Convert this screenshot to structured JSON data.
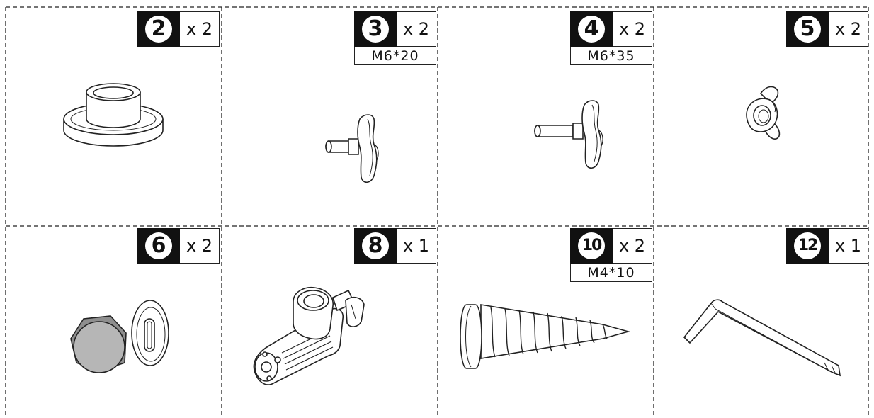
{
  "parts": [
    {
      "id": "item-2",
      "number": "2",
      "quantity": "x 2",
      "spec": "",
      "icon": "grommet-icon"
    },
    {
      "id": "item-3",
      "number": "3",
      "quantity": "x 2",
      "spec": "M6*20",
      "icon": "short-thumb-screw-icon"
    },
    {
      "id": "item-4",
      "number": "4",
      "quantity": "x 2",
      "spec": "M6*35",
      "icon": "long-thumb-screw-icon"
    },
    {
      "id": "item-5",
      "number": "5",
      "quantity": "x 2",
      "spec": "",
      "icon": "wing-nut-icon"
    },
    {
      "id": "item-6",
      "number": "6",
      "quantity": "x 2",
      "spec": "",
      "icon": "cap-nut-washer-icon"
    },
    {
      "id": "item-8",
      "number": "8",
      "quantity": "x 1",
      "spec": "",
      "icon": "tube-clamp-icon"
    },
    {
      "id": "item-10",
      "number": "10",
      "quantity": "x 2",
      "spec": "M4*10",
      "icon": "self-tapping-screw-icon"
    },
    {
      "id": "item-12",
      "number": "12",
      "quantity": "x 1",
      "spec": "",
      "icon": "allen-key-icon"
    }
  ]
}
